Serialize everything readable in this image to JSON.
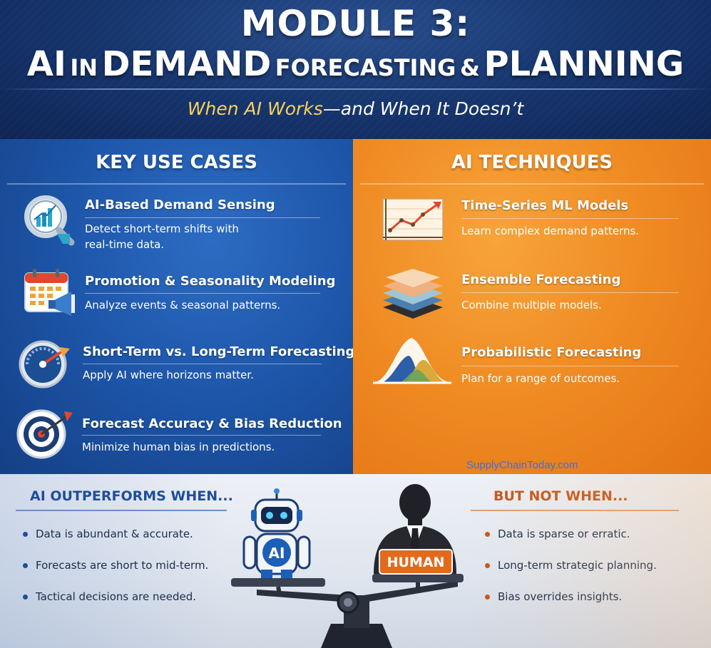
{
  "header": {
    "title_line1": "MODULE 3:",
    "title_ai": "AI",
    "title_in": "IN",
    "title_demand": "DEMAND",
    "title_forecasting": "FORECASTING",
    "title_amp": "&",
    "title_planning": "PLANNING",
    "subtitle_highlight": "When AI Works",
    "subtitle_rest": "—and When It Doesn’t"
  },
  "left_panel": {
    "heading": "KEY USE CASES",
    "items": [
      {
        "title": "AI-Based Demand Sensing",
        "desc": "Detect short-term shifts with real-time data.",
        "icon": "magnifier-chart-icon"
      },
      {
        "title": "Promotion & Seasonality Modeling",
        "desc": "Analyze events & seasonal patterns.",
        "icon": "calendar-megaphone-icon"
      },
      {
        "title": "Short-Term vs. Long-Term Forecasting",
        "desc": "Apply AI where horizons matter.",
        "icon": "gauge-icon"
      },
      {
        "title": "Forecast Accuracy & Bias Reduction",
        "desc": "Minimize human bias in predictions.",
        "icon": "target-icon"
      }
    ]
  },
  "right_panel": {
    "heading": "AI TECHNIQUES",
    "items": [
      {
        "title": "Time-Series ML Models",
        "desc": "Learn complex demand patterns.",
        "icon": "line-chart-icon"
      },
      {
        "title": "Ensemble Forecasting",
        "desc": "Combine multiple models.",
        "icon": "layers-icon"
      },
      {
        "title": "Probabilistic Forecasting",
        "desc": "Plan for a range of outcomes.",
        "icon": "distribution-icon"
      }
    ]
  },
  "watermark": "SupplyChainToday.com",
  "bottom": {
    "left_heading": "AI OUTPERFORMS WHEN...",
    "left_items": [
      "Data is abundant & accurate.",
      "Forecasts are short to mid-term.",
      "Tactical decisions are needed."
    ],
    "right_heading": "BUT NOT WHEN...",
    "right_items": [
      "Data is sparse or erratic.",
      "Long-term strategic planning.",
      "Bias overrides insights."
    ],
    "robot_label": "AI",
    "human_label": "HUMAN"
  },
  "colors": {
    "blue_accent": "#1d55a8",
    "orange_accent": "#ef8a22",
    "subtitle_highlight": "#f7d25a",
    "left_heading": "#1f4e9c",
    "right_heading": "#c6561a"
  }
}
